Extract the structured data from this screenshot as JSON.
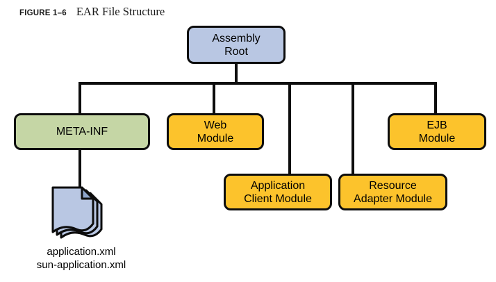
{
  "figure": {
    "label": "FIGURE 1–6",
    "title": "EAR File Structure"
  },
  "nodes": {
    "assembly_root": {
      "line1": "Assembly",
      "line2": "Root"
    },
    "meta_inf": {
      "line1": "META-INF"
    },
    "web_module": {
      "line1": "Web",
      "line2": "Module"
    },
    "application_client_module": {
      "line1": "Application",
      "line2": "Client Module"
    },
    "resource_adapter_module": {
      "line1": "Resource",
      "line2": "Adapter Module"
    },
    "ejb_module": {
      "line1": "EJB",
      "line2": "Module"
    }
  },
  "files": {
    "line1": "application.xml",
    "line2": "sun-application.xml"
  },
  "icons": {
    "document": "stacked-document-icon"
  },
  "colors": {
    "assembly_root_fill": "#b9c7e3",
    "meta_inf_fill": "#c5d6a5",
    "module_fill": "#fcc32c",
    "connector_line": "#0d0d0d",
    "doc_fill": "#b9c7e3",
    "doc_fold_fill": "#8ea5c9",
    "doc_stroke": "#0d0d0d"
  }
}
